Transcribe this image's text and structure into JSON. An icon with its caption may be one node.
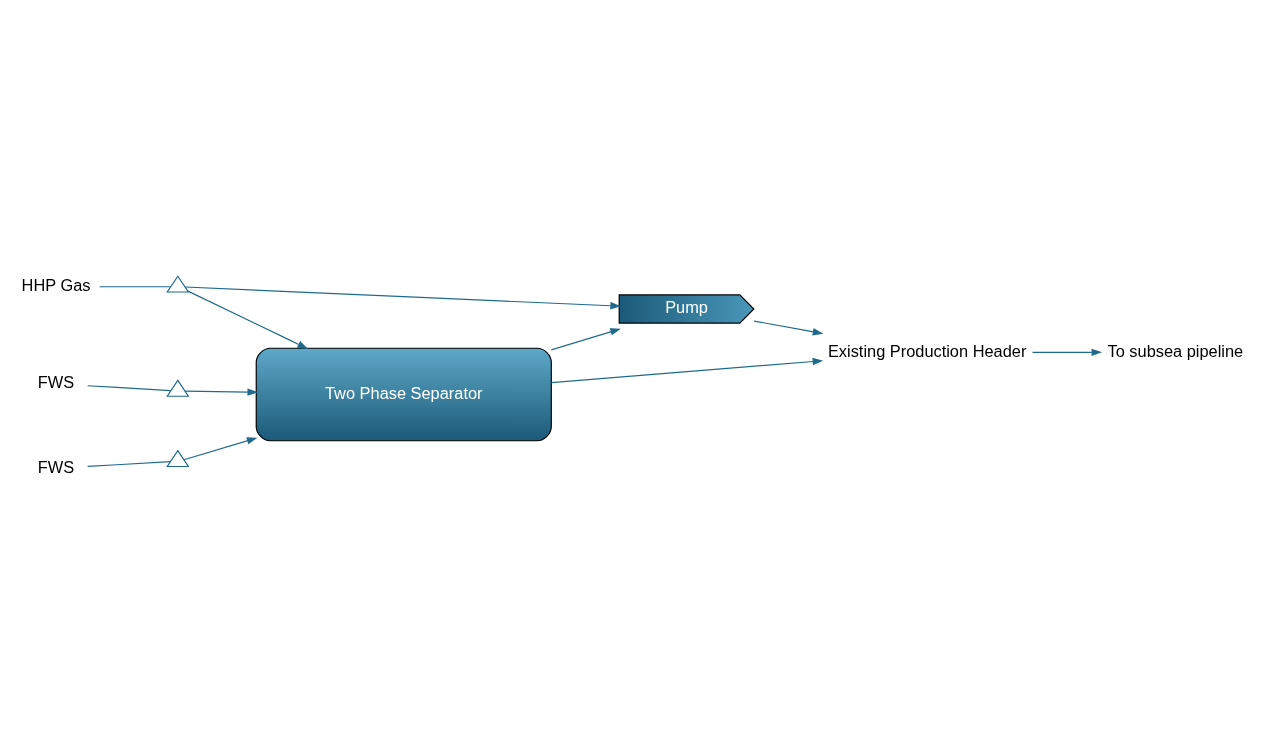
{
  "diagram": {
    "nodes": [
      {
        "text": [
          "HHP Gas"
        ]
      },
      {
        "text": [
          "FWS"
        ]
      },
      {
        "text": [
          "FWS"
        ]
      },
      {
        "text": [],
        "shape": "valve"
      },
      {
        "text": [],
        "shape": "valve"
      },
      {
        "text": [],
        "shape": "valve"
      },
      {
        "text": [
          "Two Phase Separator"
        ]
      },
      {
        "text": [
          "Pump"
        ]
      },
      {
        "text": [
          "Existing Production Header"
        ]
      },
      {
        "text": [
          "To subsea pipeline"
        ]
      }
    ],
    "edges": [
      {
        "from": 0,
        "to": 3,
        "arrow": "none"
      },
      {
        "from": 1,
        "to": 4,
        "arrow": "none"
      },
      {
        "from": 2,
        "to": 5,
        "arrow": "none"
      },
      {
        "from": 3,
        "to": 7,
        "arrow": "to"
      },
      {
        "from": 3,
        "to": 6,
        "arrow": "to"
      },
      {
        "from": 4,
        "to": 6,
        "arrow": "to"
      },
      {
        "from": 5,
        "to": 6,
        "arrow": "to"
      },
      {
        "from": 6,
        "to": 7,
        "arrow": "to"
      },
      {
        "from": 7,
        "to": 8,
        "arrow": "to"
      },
      {
        "from": 6,
        "to": 8,
        "arrow": "to"
      },
      {
        "from": 8,
        "to": 9,
        "arrow": "to"
      }
    ]
  }
}
